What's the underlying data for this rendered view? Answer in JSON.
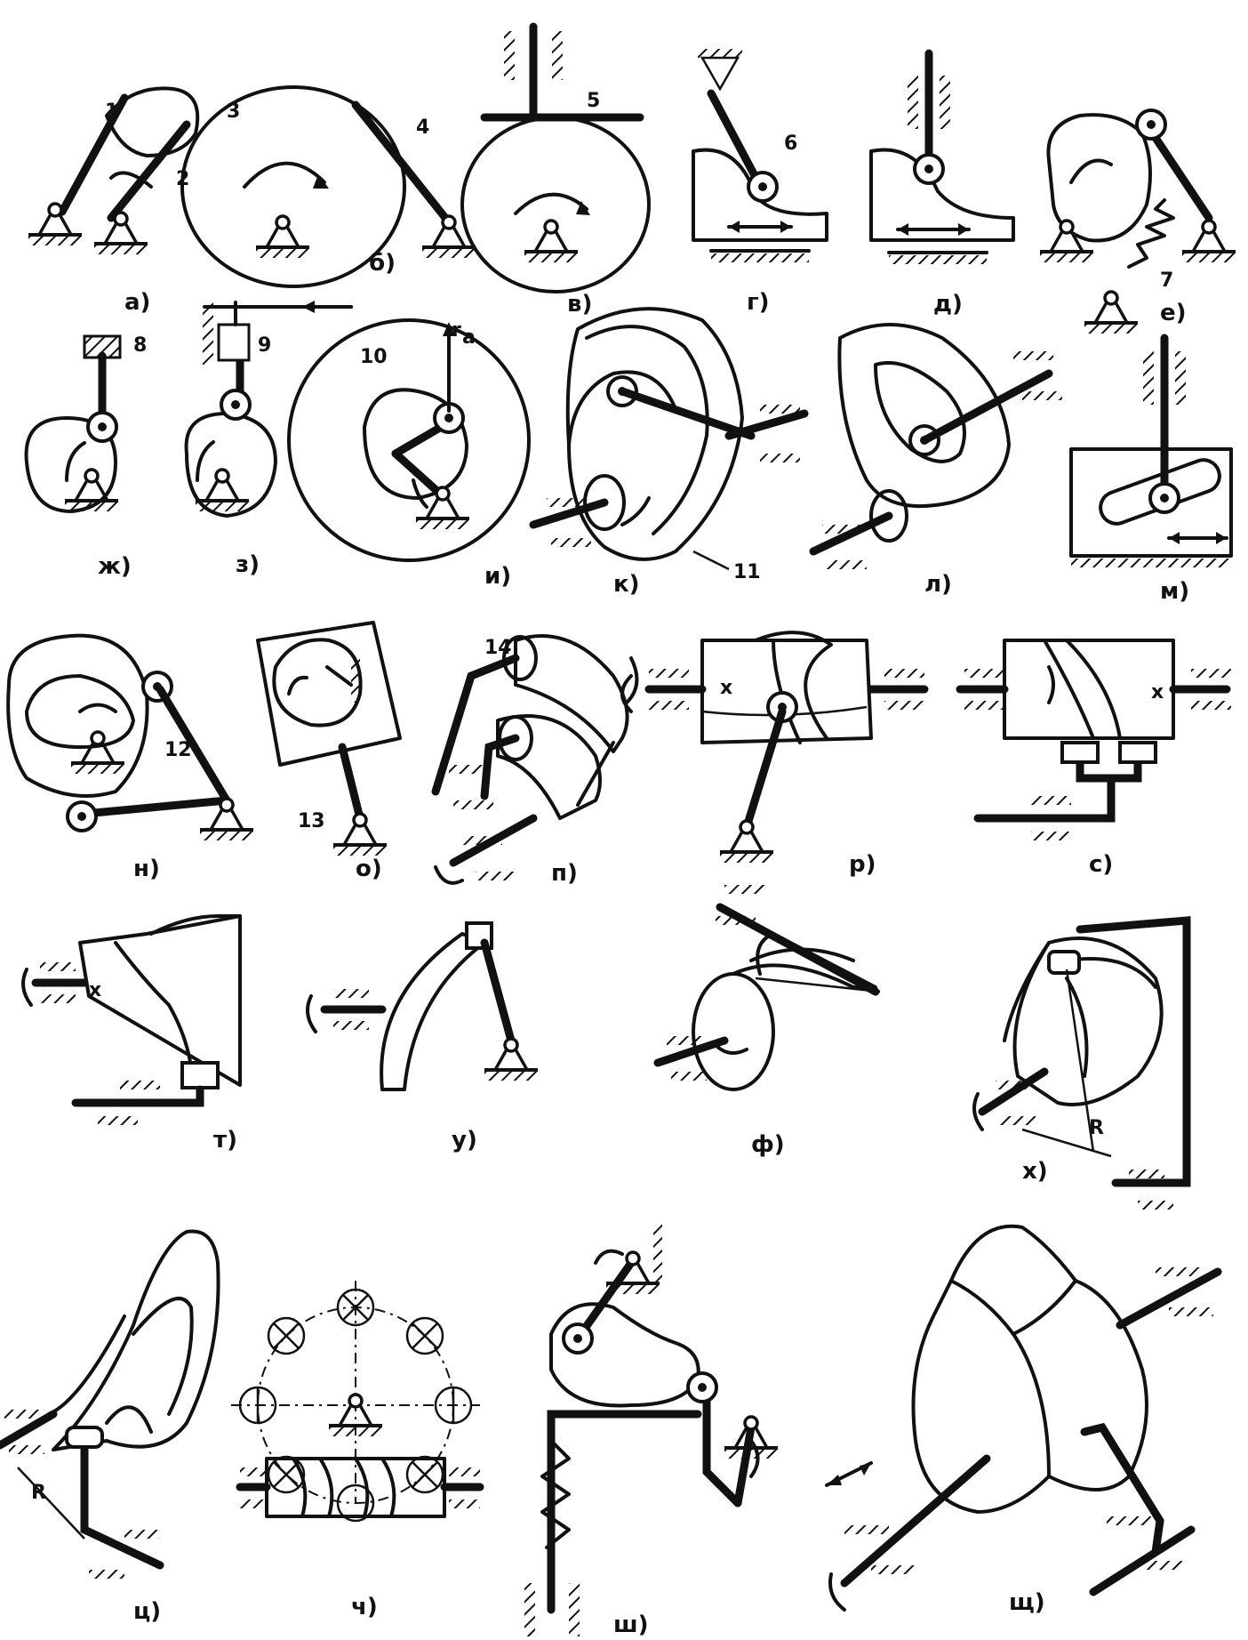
{
  "figure": {
    "sublabels": {
      "a": "а)",
      "b": "б)",
      "v": "в)",
      "g": "г)",
      "d": "д)",
      "e": "е)",
      "zh": "ж)",
      "z": "з)",
      "i": "и)",
      "k": "к)",
      "l": "л)",
      "m": "м)",
      "n": "н)",
      "o": "о)",
      "p": "п)",
      "r": "р)",
      "s": "с)",
      "t": "т)",
      "u": "у)",
      "f": "ф)",
      "kh": "х)",
      "ts": "ц)",
      "ch": "ч)",
      "sh": "ш)",
      "shch": "щ)"
    },
    "part_numbers": [
      "1",
      "2",
      "3",
      "4",
      "5",
      "6",
      "7",
      "8",
      "9",
      "10",
      "11",
      "12",
      "13",
      "14"
    ],
    "annotations": {
      "ra": "r",
      "ra_sub": "a",
      "x": "x",
      "R": "R"
    }
  }
}
